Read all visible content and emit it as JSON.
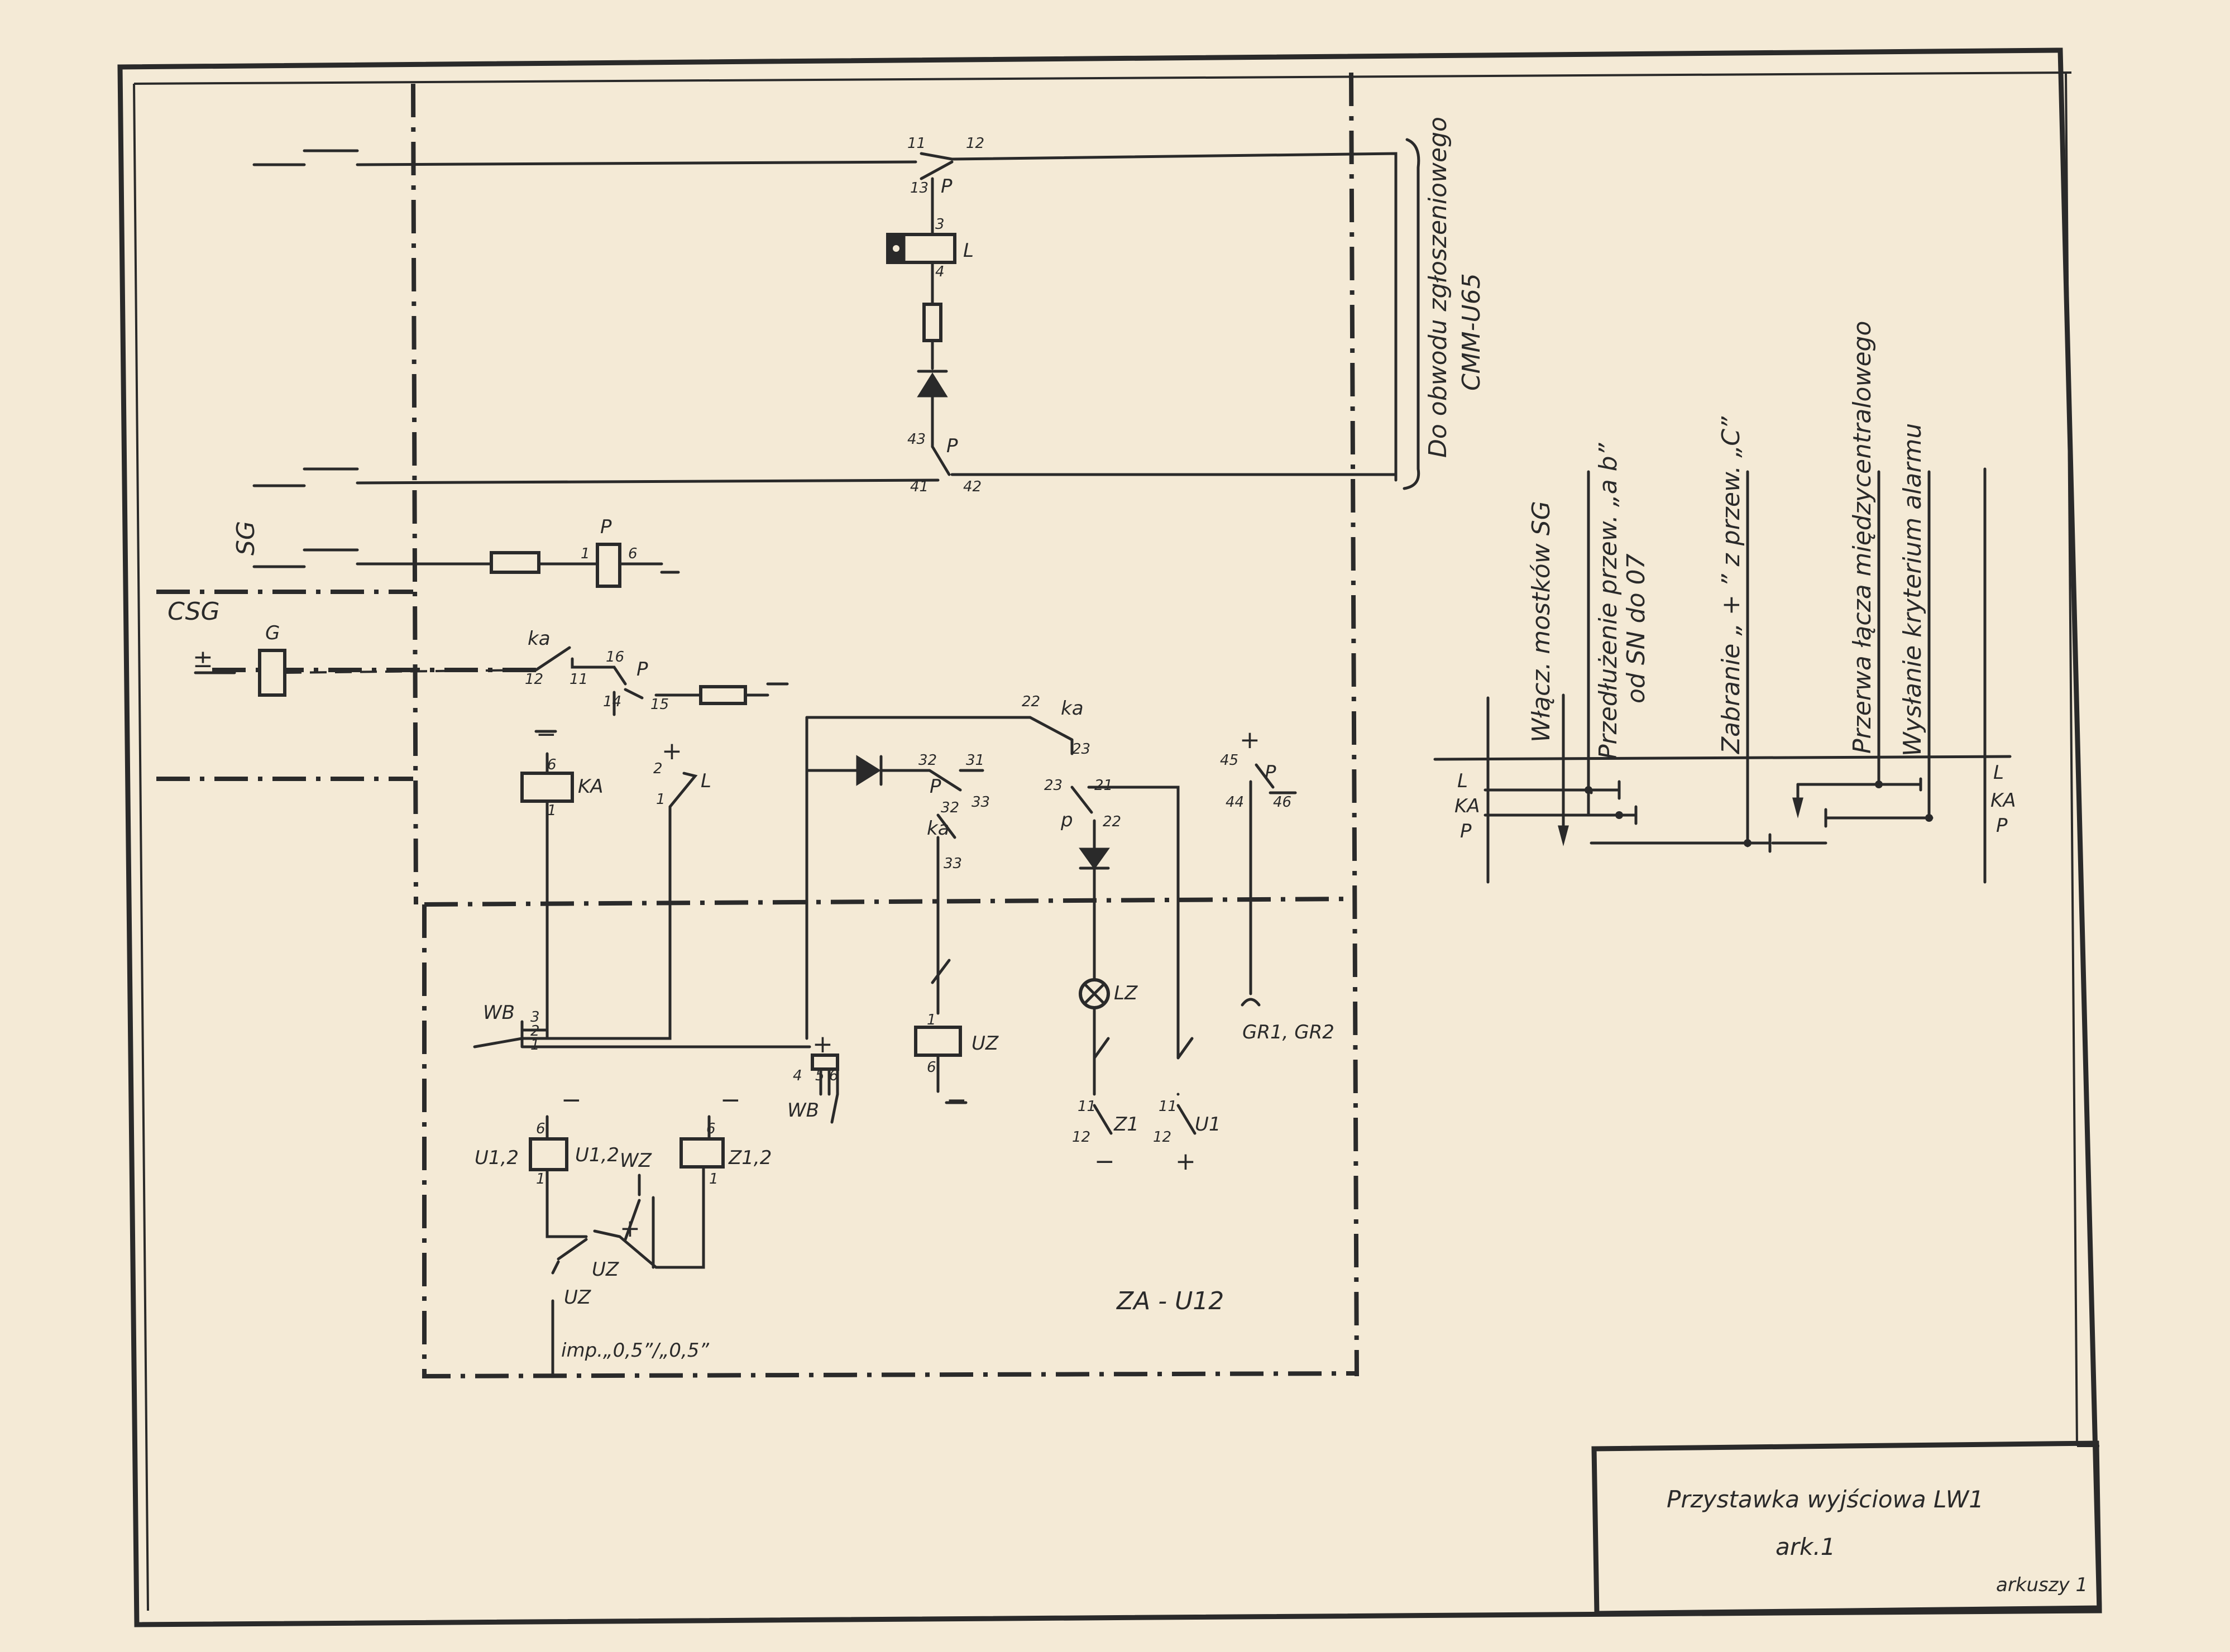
{
  "labels": {
    "sg": "SG",
    "csg": "CSG",
    "g": "G",
    "plus": "+",
    "minus": "−",
    "pm": "±",
    "ka_relay": "KA",
    "ka_contact": "ka",
    "p": "P",
    "p_lower": "p",
    "l": "L",
    "wb": "WB",
    "uz": "UZ",
    "lz": "LZ",
    "gr": "GR1, GR2",
    "u12_left": "U1,2",
    "u12_mid": "U1,2",
    "wz": "WZ",
    "z12": "Z1,2",
    "z1": "Z1",
    "u1": "U1",
    "za_u12": "ZA - U12",
    "imp": "imp.„0,5”/„0,5”"
  },
  "pins": {
    "p11": "11",
    "p12": "12",
    "p13": "13",
    "p3": "3",
    "p4": "4",
    "p43": "43",
    "p41": "41",
    "p42": "42",
    "p1": "1",
    "p6": "6",
    "p12b": "12",
    "p11b": "11",
    "p16": "16",
    "p14": "14",
    "p15": "15",
    "p2": "2",
    "p1b": "1",
    "p22": "22",
    "p23": "23",
    "p32": "32",
    "p31": "31",
    "p33": "33",
    "p32b": "32",
    "p33b": "33",
    "p23b": "23",
    "p21": "21",
    "p22b": "22",
    "p45": "45",
    "p44": "44",
    "p46": "46",
    "wb3": "3",
    "wb2": "2",
    "wb1": "1",
    "wb4": "4",
    "wb5": "5",
    "wb6": "6",
    "uz1": "1",
    "uz6": "6",
    "z11": "11",
    "z12": "12",
    "u11": "11",
    "u12": "12"
  },
  "external": {
    "bracket_line1": "Do obwodu zgłoszeniowego",
    "bracket_line2": "CMM-U65"
  },
  "timing": {
    "signals": [
      "Włącz. mostków SG",
      "Przedłużenie przew. „a b”",
      "od SN do 07",
      "Zabranie „ + ” z przew. „C”",
      "Przerwa łącza międzycentralowego",
      "Wysłanie kryterium alarmu"
    ],
    "rows_left": [
      "L",
      "KA",
      "P"
    ],
    "rows_right": [
      "L",
      "KA",
      "P"
    ]
  },
  "title_block": {
    "title": "Przystawka wyjściowa LW1",
    "sheet": "ark.1",
    "sheets_total": "arkuszy 1"
  }
}
